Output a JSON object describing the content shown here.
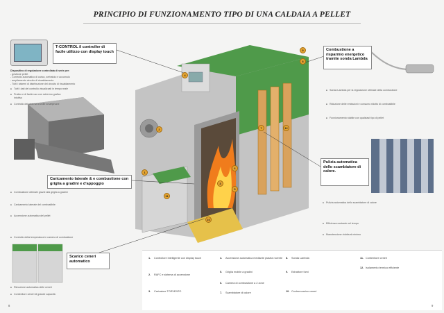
{
  "title": "PRINCIPIO DI FUNZIONAMENTO TIPO DI UNA CALDAIA A PELLET",
  "callouts": {
    "tcontrol": "T-CONTROL il controller di facile utilizzo con display touch",
    "combustione": "Combustione a risparmio energetico tramite sonda Lambda",
    "caricamento": "Caricamento laterale & e combustione con griglia a gradini e d'appoggio",
    "pulizia": "Pulizia automatica dello scambiatore di calore.",
    "scarico": "Scarico ceneri automatico"
  },
  "tcontrol_desc": {
    "heading": "Dispositivo di regolazione controllata di serie per:",
    "lines": [
      "- gestione pellet",
      "- Controllo automatico di carico, serbatoio e accumulo",
      "- ampliamento circuito di riscaldamento",
      "- Tutti i sistemi di distribuzione del circuito di riscaldamento"
    ]
  },
  "left_bullets": [
    "Tutti i dati del controllo visualizzati in tempo reale",
    "Pratico e di facile uso con schermo grafico intuitivo",
    "Controllo del sistema tramite smartphone"
  ],
  "right_bullets_top": [
    "Sonda Lambda per la regolazione ottimale della combustione",
    "Riduzione delle emissioni e consumo ridotto di combustibile",
    "Funzionamento stabile con qualsiasi tipo di pellet"
  ],
  "right_bullets_bottom": [
    "Pulizia automatica dello scambiatore di calore",
    "Efficienza costante nel tempo",
    "Manutenzione ridotta al minimo"
  ],
  "mid_bullets": [
    "Combustione ottimale grazie alla griglia a gradini",
    "Caricamento laterale del combustibile",
    "Accensione automatica del pellet",
    "Controllo della temperatura in camera di combustione"
  ],
  "scarico_bullets": [
    "Rimozione automatica delle ceneri",
    "Contenitore ceneri di grande capacità"
  ],
  "legend": [
    {
      "n": "1.",
      "t": "Controllore intelligente con display touch"
    },
    {
      "n": "2.",
      "t": "RAFC e sistema di accensione"
    },
    {
      "n": "3.",
      "t": "Caricatore TORVENTO"
    },
    {
      "n": "4.",
      "t": "Accensione automatica mediante piastra rovente"
    },
    {
      "n": "5.",
      "t": "Griglia mobile a gradini"
    },
    {
      "n": "6.",
      "t": "Camera di combustione a 2 zone"
    },
    {
      "n": "7.",
      "t": "Scambiatore di calore"
    },
    {
      "n": "8.",
      "t": "Sonda Lambda"
    },
    {
      "n": "9.",
      "t": "Estrattore fumi"
    },
    {
      "n": "10.",
      "t": "Coclea scarico ceneri"
    },
    {
      "n": "11.",
      "t": "Contenitore ceneri"
    },
    {
      "n": "12.",
      "t": "Isolamento termico efficiente"
    }
  ],
  "markers": [
    "1",
    "2",
    "3",
    "4",
    "5",
    "6",
    "7",
    "8",
    "9",
    "10",
    "11",
    "12"
  ],
  "page_left": "8",
  "page_right": "9",
  "colors": {
    "accent_green": "#4f9a4a",
    "flame": "#f07c1c",
    "steel": "#c9c9c9"
  }
}
